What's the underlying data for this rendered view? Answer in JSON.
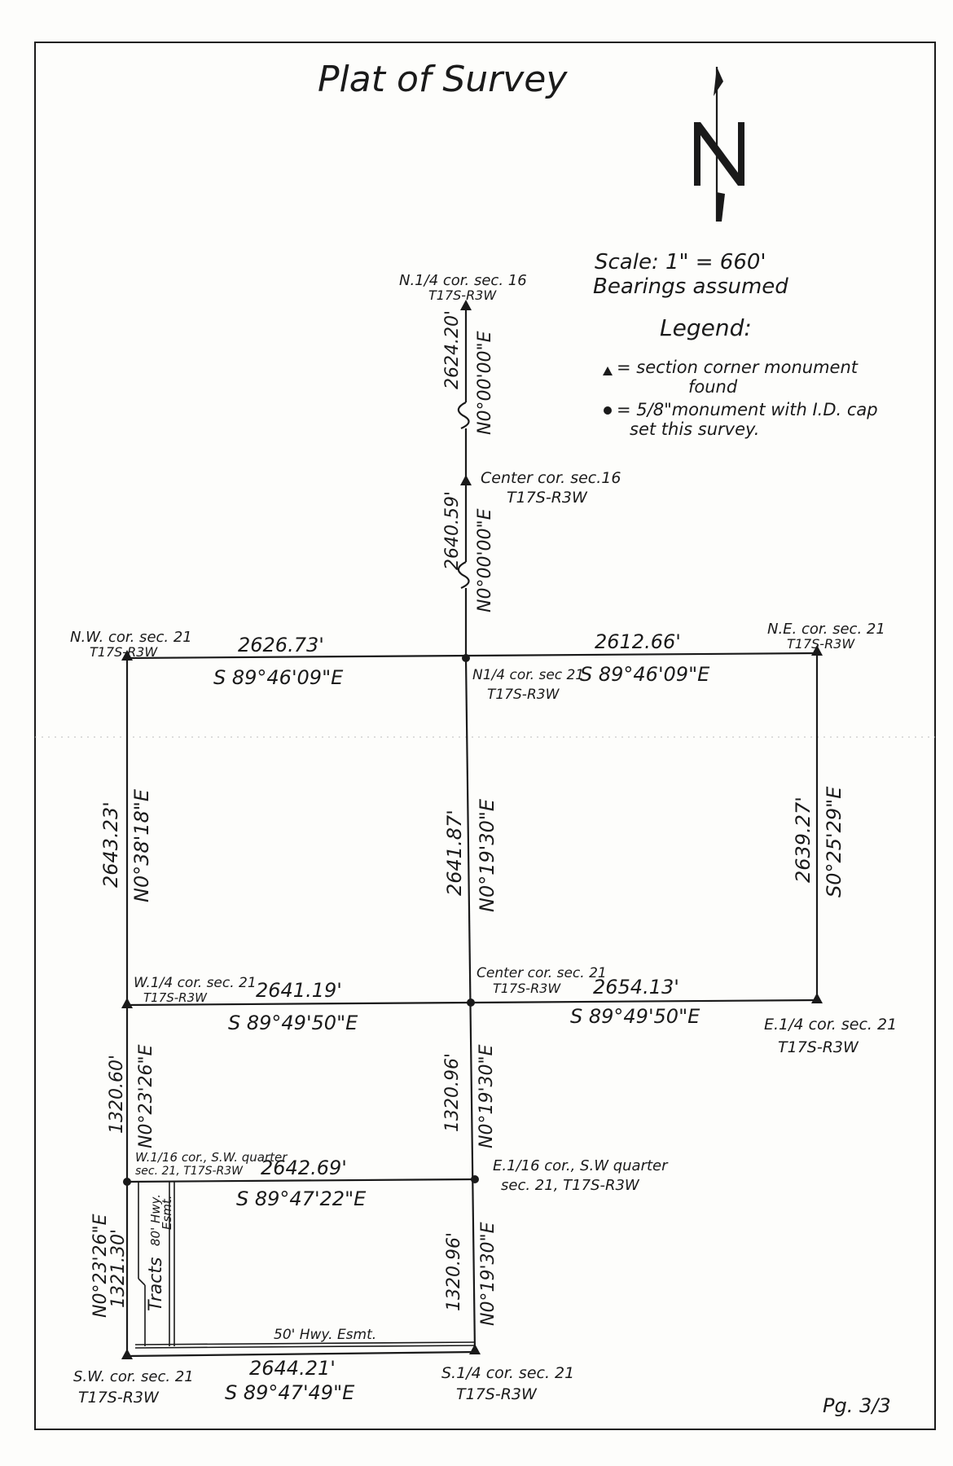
{
  "title": "Plat of Survey",
  "scale_text": "Scale: 1\" = 660'",
  "bearings_text": "Bearings assumed",
  "legend": {
    "title": "Legend:",
    "triangle_line1": "= section corner monument",
    "triangle_line2": "found",
    "dot_line1": "= 5/8\"monument with I.D. cap",
    "dot_line2": "set this survey."
  },
  "corners": {
    "n_quarter_16": {
      "l1": "N.1/4 cor. sec. 16",
      "l2": "T17S-R3W"
    },
    "center_16": {
      "l1": "Center cor. sec.16",
      "l2": "T17S-R3W"
    },
    "nw_21": {
      "l1": "N.W. cor. sec. 21",
      "l2": "T17S-R3W"
    },
    "ne_21": {
      "l1": "N.E. cor. sec. 21",
      "l2": "T17S-R3W"
    },
    "n_quarter_21": {
      "l1": "N1/4 cor. sec 21",
      "l2": "T17S-R3W"
    },
    "w_quarter_21": {
      "l1": "W.1/4 cor. sec. 21",
      "l2": "T17S-R3W"
    },
    "center_21": {
      "l1": "Center cor. sec. 21",
      "l2": "T17S-R3W"
    },
    "e_quarter_21": {
      "l1": "E.1/4 cor. sec. 21",
      "l2": "T17S-R3W"
    },
    "w_sixteenth": {
      "l1": "W.1/16 cor., S.W. quarter",
      "l2": "sec. 21, T17S-R3W"
    },
    "e_sixteenth": {
      "l1": "E.1/16 cor., S.W quarter",
      "l2": "sec. 21, T17S-R3W"
    },
    "sw_21": {
      "l1": "S.W. cor. sec. 21",
      "l2": "T17S-R3W"
    },
    "s_quarter_21": {
      "l1": "S.1/4 cor. sec. 21",
      "l2": "T17S-R3W"
    }
  },
  "courses": {
    "n16_upper": {
      "dist": "2624.20'",
      "bearing": "N0°00'00\"E"
    },
    "n16_lower": {
      "dist": "2640.59'",
      "bearing": "N0°00'00\"E"
    },
    "north_west": {
      "dist": "2626.73'",
      "bearing": "S 89°46'09\"E"
    },
    "north_east": {
      "dist": "2612.66'",
      "bearing": "S 89°46'09\"E"
    },
    "west_upper": {
      "dist": "2643.23'",
      "bearing": "N0°38'18\"E"
    },
    "middle_upper": {
      "dist": "2641.87'",
      "bearing": "N0°19'30\"E"
    },
    "east": {
      "dist": "2639.27'",
      "bearing": "S0°25'29\"E"
    },
    "mid_west": {
      "dist": "2641.19'",
      "bearing": "S 89°49'50\"E"
    },
    "mid_east": {
      "dist": "2654.13'",
      "bearing": "S 89°49'50\"E"
    },
    "west_mid": {
      "dist": "1320.60'",
      "bearing": "N0°23'26\"E"
    },
    "middle_mid": {
      "dist": "1320.96'",
      "bearing": "N0°19'30\"E"
    },
    "sixteenth_line": {
      "dist": "2642.69'",
      "bearing": "S 89°47'22\"E"
    },
    "west_low": {
      "dist": "1321.30'",
      "bearing": "N0°23'26\"E"
    },
    "middle_low": {
      "dist": "1320.96'",
      "bearing": "N0°19'30\"E"
    },
    "south": {
      "dist": "2644.21'",
      "bearing": "S 89°47'49\"E"
    }
  },
  "easements": {
    "hwy_80": "80' Hwy.",
    "esmt": "Esmt.",
    "tracts": "Tracts",
    "hwy_50": "50' Hwy. Esmt."
  },
  "page_number": "Pg. 3/3"
}
